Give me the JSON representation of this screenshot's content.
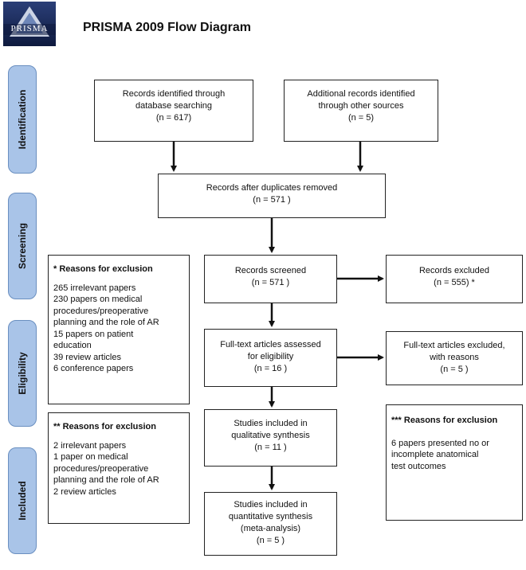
{
  "header": {
    "title": "PRISMA 2009 Flow Diagram",
    "logo_text": "PRISMA"
  },
  "stages": [
    {
      "label": "Identification"
    },
    {
      "label": "Screening"
    },
    {
      "label": "Eligibility"
    },
    {
      "label": "Included"
    }
  ],
  "boxes": {
    "db_search": {
      "lines": [
        "Records identified through",
        "database searching",
        "(n = 617)"
      ]
    },
    "other_sources": {
      "lines": [
        "Additional records identified",
        "through other sources",
        "(n = 5)"
      ]
    },
    "after_duplicates": {
      "lines": [
        "Records after duplicates removed",
        "(n = 571 )"
      ]
    },
    "screened": {
      "lines": [
        "Records screened",
        "(n = 571 )"
      ]
    },
    "excluded": {
      "lines": [
        "Records excluded",
        "(n = 555) *"
      ]
    },
    "fulltext_assessed": {
      "lines": [
        "Full-text articles assessed",
        "for eligibility",
        "(n = 16 )"
      ]
    },
    "fulltext_excluded": {
      "lines": [
        "Full-text articles excluded,",
        "with reasons",
        "(n = 5 )"
      ]
    },
    "qualitative": {
      "lines": [
        "Studies included in",
        "qualitative synthesis",
        "(n = 11 )"
      ]
    },
    "quantitative": {
      "lines": [
        "Studies included in",
        "quantitative synthesis",
        "(meta-analysis)",
        "(n = 5 )"
      ]
    }
  },
  "notes": {
    "reasons_1": {
      "heading": "* Reasons for exclusion",
      "lines": [
        "265 irrelevant papers",
        "230 papers on medical",
        "procedures/preoperative",
        "planning and the role of AR",
        "15 papers on patient",
        "education",
        "39 review articles",
        "6 conference papers"
      ]
    },
    "reasons_2": {
      "heading": "** Reasons for exclusion",
      "lines": [
        "2 irrelevant papers",
        "1 paper on medical",
        "procedures/preoperative",
        "planning and the role of AR",
        "2 review articles"
      ]
    },
    "reasons_3": {
      "heading": "*** Reasons for exclusion",
      "lines": [
        "6 papers presented no or",
        "incomplete anatomical",
        "test outcomes"
      ]
    }
  },
  "colors": {
    "stage_fill": "#a9c4e8",
    "stage_border": "#6a8fc0",
    "box_border": "#222222"
  }
}
